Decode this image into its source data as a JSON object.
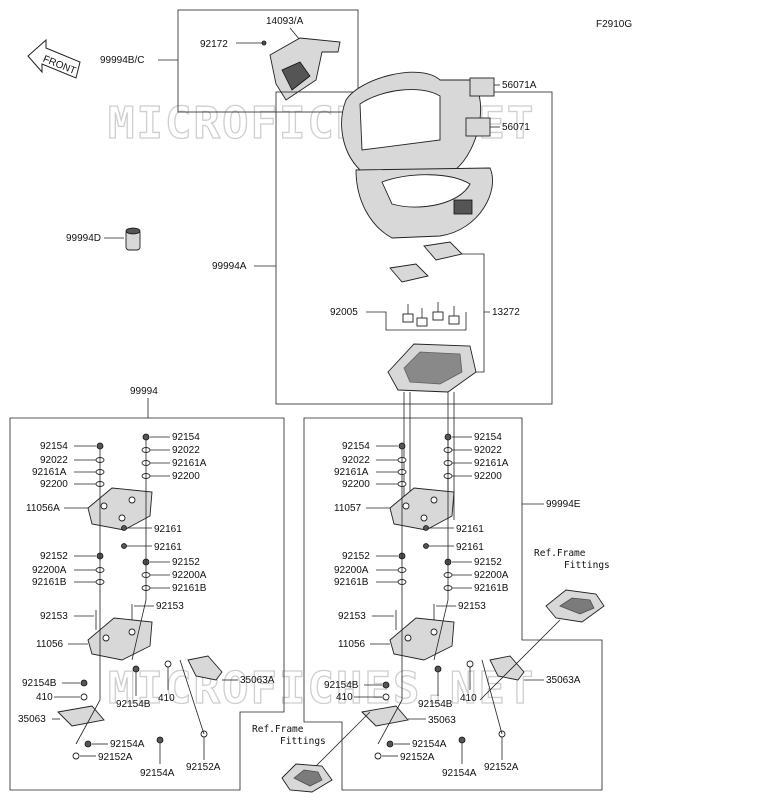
{
  "figure_code": "F2910G",
  "front_label": "FRONT",
  "watermark": "MICROFICHES.NET",
  "ref_frame": [
    "Ref.Frame",
    "Fittings"
  ],
  "labels": {
    "l14093A": "14093/A",
    "l92172": "92172",
    "l99994BC": "99994B/C",
    "l56071A": "56071A",
    "l56071": "56071",
    "l99994D": "99994D",
    "l99994A": "99994A",
    "l92005": "92005",
    "l13272": "13272",
    "l99994": "99994",
    "l99994E": "99994E",
    "L92154": "92154",
    "L92022": "92022",
    "L92161A": "92161A",
    "L92200": "92200",
    "L11056A": "11056A",
    "L92152": "92152",
    "L92200A": "92200A",
    "L92161B": "92161B",
    "L92153": "92153",
    "L11056": "11056",
    "L92154B": "92154B",
    "L410": "410",
    "L35063": "35063",
    "LR92154": "92154",
    "LR92022": "92022",
    "LR92161A": "92161A",
    "LR92200": "92200",
    "LR92161": "92161",
    "LR92161b": "92161",
    "LR92152": "92152",
    "LR92200A": "92200A",
    "LR92161B": "92161B",
    "LR92153": "92153",
    "LR92154B": "92154B",
    "LR410": "410",
    "LR35063A": "35063A",
    "LR92154A": "92154A",
    "LR92152A": "92152A",
    "LR92154A2": "92154A",
    "LR92152A2": "92152A",
    "R92154": "92154",
    "R92022": "92022",
    "R92161A": "92161A",
    "R92200": "92200",
    "R11057": "11057",
    "R92152": "92152",
    "R92200A": "92200A",
    "R92161B": "92161B",
    "R92153": "92153",
    "R11056": "11056",
    "R92154B": "92154B",
    "R410": "410",
    "R35063": "35063",
    "RR92154": "92154",
    "RR92022": "92022",
    "RR92161A": "92161A",
    "RR92200": "92200",
    "RR92161": "92161",
    "RR92161b": "92161",
    "RR92152": "92152",
    "RR92200A": "92200A",
    "RR92161B": "92161B",
    "RR92153": "92153",
    "RR92154B": "92154B",
    "RR410": "410",
    "RR35063A": "35063A",
    "RR92154A": "92154A",
    "RR92152A": "92152A",
    "RR92154A2": "92154A",
    "RR92152A2": "92152A"
  }
}
